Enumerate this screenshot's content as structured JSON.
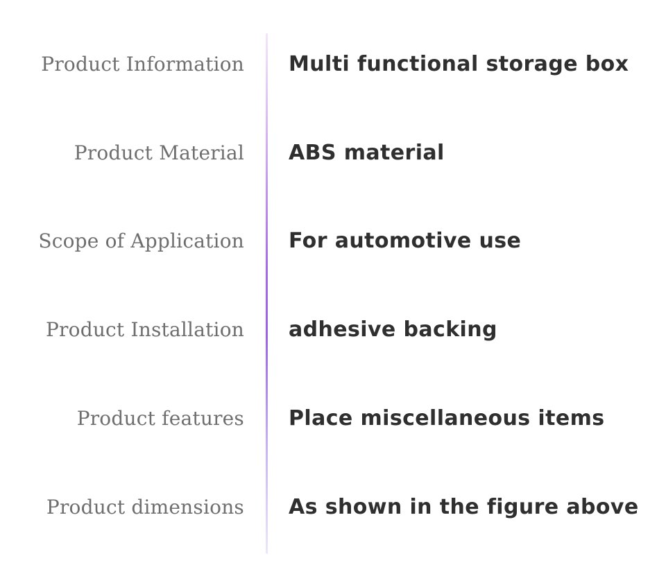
{
  "specs": [
    {
      "label": "Product Information",
      "value": "Multi functional storage box"
    },
    {
      "label": "Product Material",
      "value": "ABS material"
    },
    {
      "label": "Scope of Application",
      "value": "For automotive use"
    },
    {
      "label": "Product Installation",
      "value": "adhesive backing"
    },
    {
      "label": "Product features",
      "value": "Place miscellaneous items"
    },
    {
      "label": "Product dimensions",
      "value": "As shown in the figure above"
    }
  ],
  "colors": {
    "label": "#6e6e6e",
    "value": "#2f2f2f",
    "divider_accent": "#9a63e2"
  }
}
